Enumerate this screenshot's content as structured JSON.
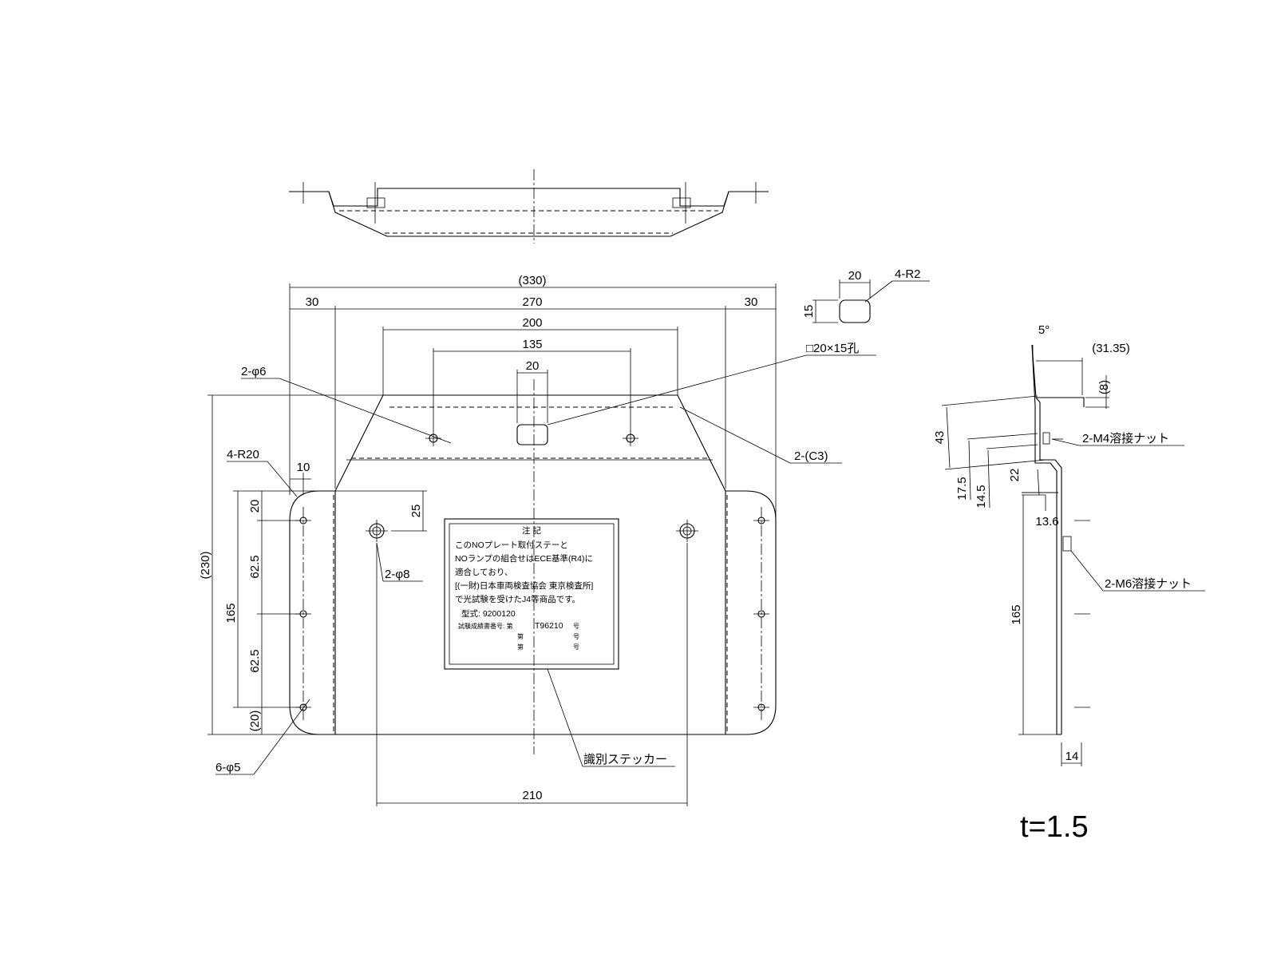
{
  "top_view": {},
  "front_view": {
    "dims": {
      "overall_width": "(330)",
      "side_left": "30",
      "middle": "270",
      "side_right": "30",
      "top_span": "200",
      "hole_span": "135",
      "slot_width": "20",
      "bottom_span": "210",
      "overall_height": "(230)",
      "height_165": "165",
      "top_offset": "20",
      "pitch_1": "62.5",
      "pitch_2": "62.5",
      "bottom_offset": "(20)",
      "edge_10": "10",
      "offset_25": "25"
    },
    "labels": {
      "hole_phi6": "2-φ6",
      "radius_r20": "4-R20",
      "hole_phi8": "2-φ8",
      "hole_phi5": "6-φ5",
      "chamfer": "2-(C3)",
      "square_hole": "□20×15孔",
      "sticker": "識別ステッカー"
    },
    "sticker": {
      "heading": "注 記",
      "line1": "このNOプレート取付ステーと",
      "line2": "NOランプの組合せはECE基準(R4)に",
      "line3": "適合しており、",
      "line4": "[(一財)日本車両検査協会 東京検査所]",
      "line5": "で光試験を受けたJ4等商品です。",
      "model": "型式: 9200120",
      "cert_label": "試験成績書番号: 第",
      "cert_no": "T96210",
      "go": "号",
      "dai": "第"
    }
  },
  "detail_hole": {
    "width": "20",
    "height": "15",
    "radius": "4-R2"
  },
  "side_view": {
    "angle": "5°",
    "depth": "(31.35)",
    "lip": "(8)",
    "height_43": "43",
    "d_17_5": "17.5",
    "d_14_5": "14.5",
    "d_22": "22",
    "d_13_6": "13.6",
    "height_165": "165",
    "d_14": "14",
    "nut_m4": "2-M4溶接ナット",
    "nut_m6": "2-M6溶接ナット"
  },
  "thickness": "t=1.5"
}
